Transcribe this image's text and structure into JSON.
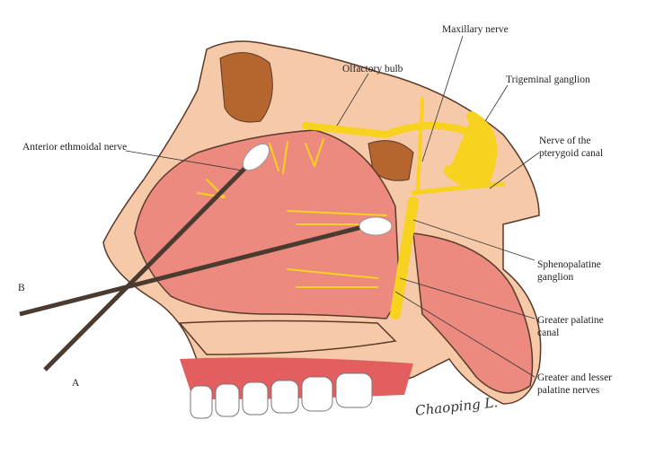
{
  "labels": {
    "maxillary_nerve": "Maxillary nerve",
    "olfactory_bulb": "Olfactory bulb",
    "trigeminal_ganglion": "Trigeminal ganglion",
    "nerve_pterygoid_line1": "Nerve of the",
    "nerve_pterygoid_line2": "pterygoid canal",
    "anterior_ethmoidal": "Anterior ethmoidal nerve",
    "sphenopalatine_line1": "Sphenopalatine",
    "sphenopalatine_line2": "ganglion",
    "greater_palatine_canal_line1": "Greater palatine",
    "greater_palatine_canal_line2": "canal",
    "palatine_nerves_line1": "Greater and lesser",
    "palatine_nerves_line2": "palatine nerves",
    "swab_b": "B",
    "swab_a": "A"
  },
  "signature": "Chaoping L.",
  "colors": {
    "skin": "#f6c9a8",
    "mucosa": "#ec8a80",
    "nerve": "#f7d21e",
    "bone": "#b5652e",
    "outline": "#5a3a2a"
  }
}
